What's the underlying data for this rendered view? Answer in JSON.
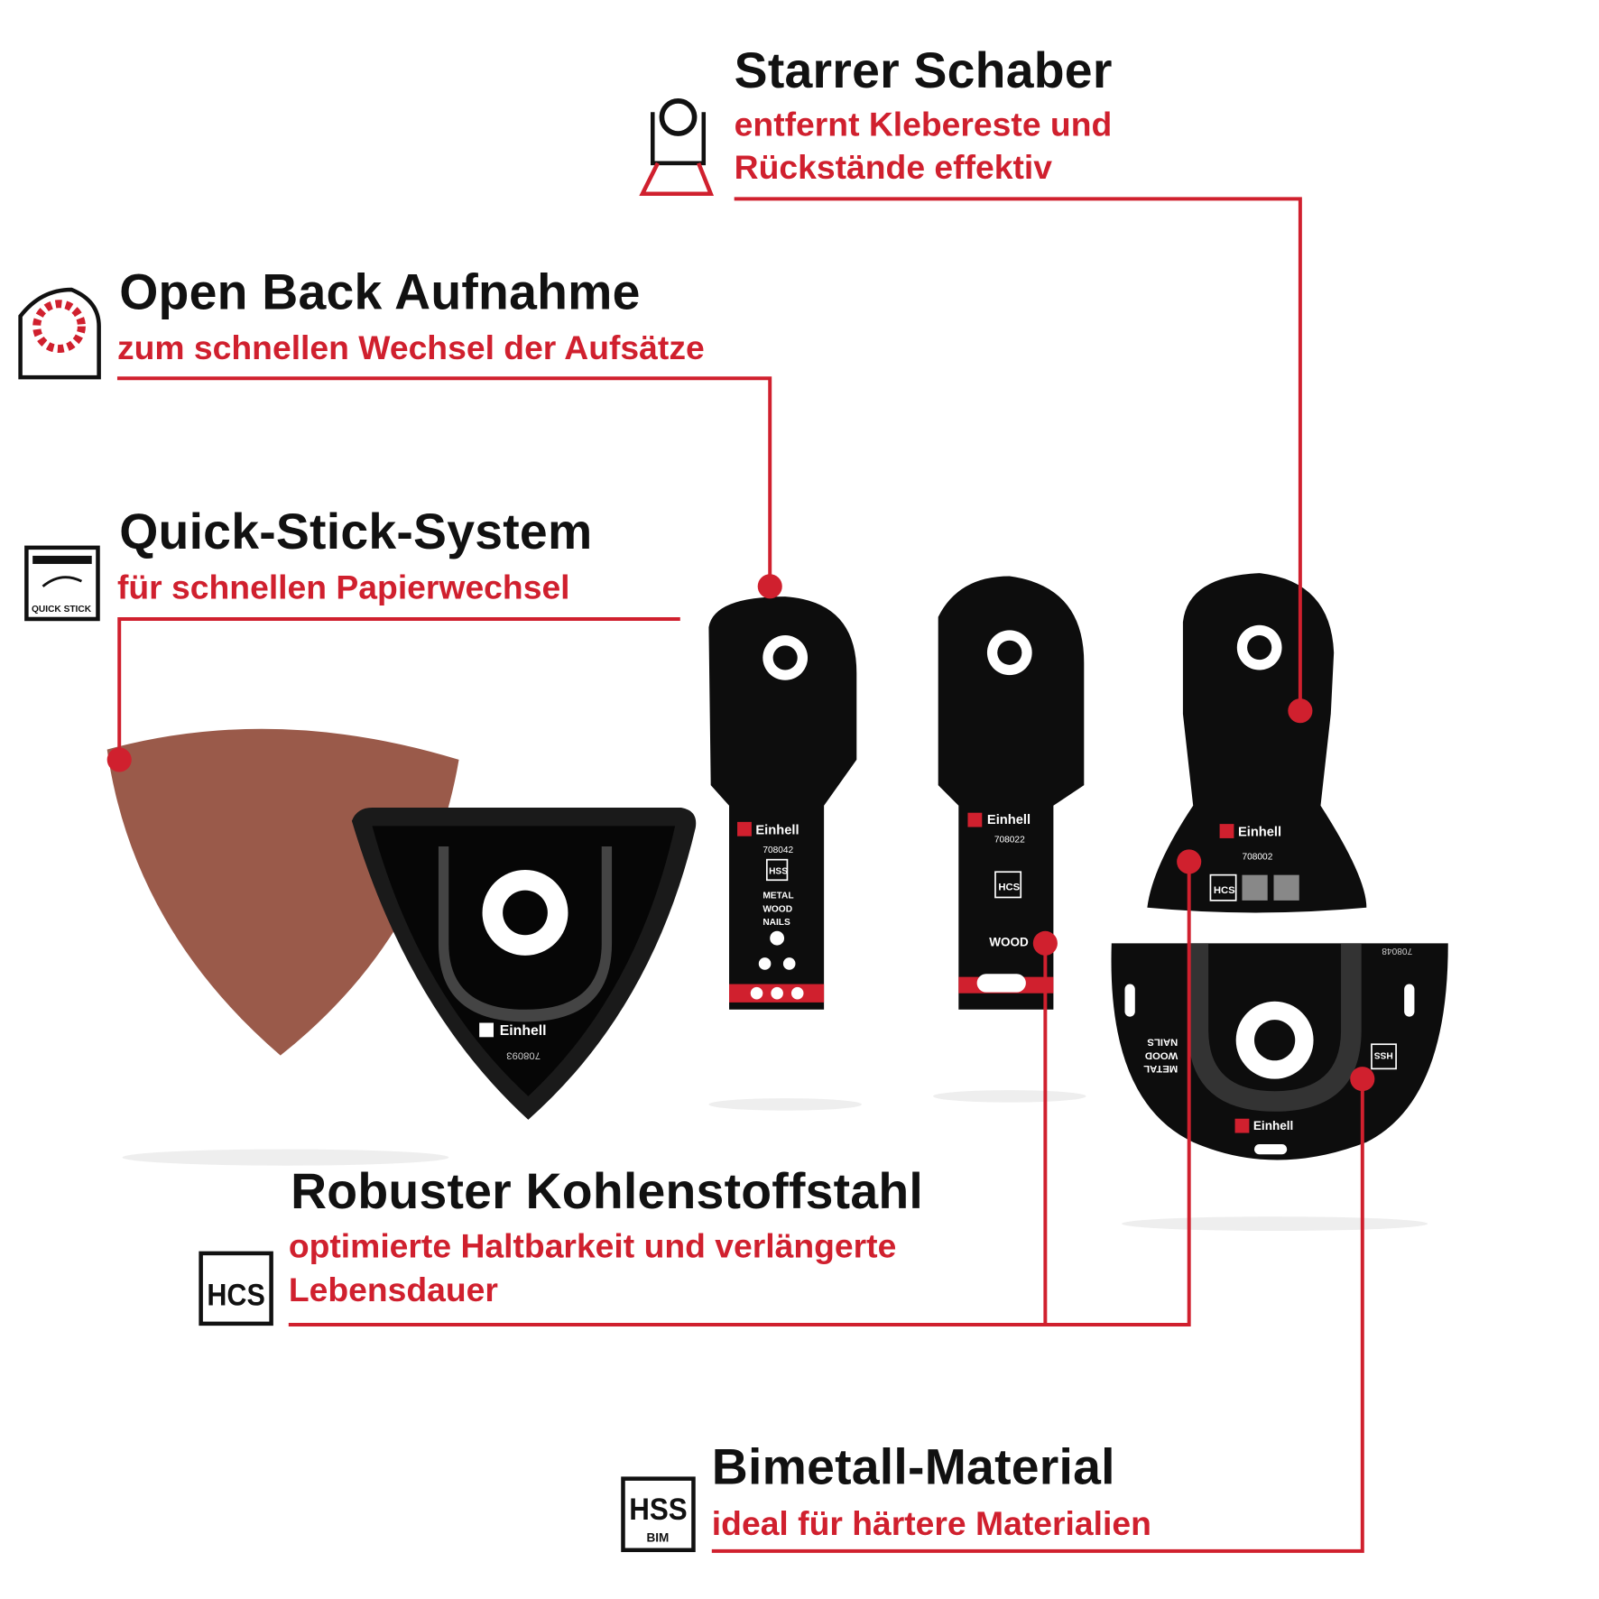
{
  "colors": {
    "accent": "#d0202e",
    "text": "#111111",
    "product": "#0d0d0d",
    "sandpaper": "#9a5a4a"
  },
  "callouts": {
    "scraper": {
      "icon": "scraper-icon",
      "title": "Starrer Schaber",
      "line1": "entfernt Klebereste und",
      "line2": "Rückstände effektiv"
    },
    "open_back": {
      "icon": "open-back-icon",
      "title": "Open Back Aufnahme",
      "line1": "zum schnellen Wechsel der Aufsätze"
    },
    "quick_stick": {
      "icon": "quick-stick-icon",
      "icon_label": "QUICK STICK",
      "title": "Quick-Stick-System",
      "line1": "für schnellen Papierwechsel"
    },
    "hcs": {
      "icon": "hcs-icon",
      "icon_label": "HCS",
      "title": "Robuster Kohlenstoffstahl",
      "line1": "optimierte Haltbarkeit und verlängerte",
      "line2": "Lebensdauer"
    },
    "hss": {
      "icon": "hss-bim-icon",
      "icon_label": "HSS",
      "icon_sublabel": "BIM",
      "title": "Bimetall-Material",
      "line1": "ideal für härtere Materialien"
    }
  },
  "products": {
    "brand": "Einhell",
    "pad": {
      "code": "708093"
    },
    "blade1": {
      "code": "708042",
      "badge": "HSS",
      "text": [
        "METAL",
        "WOOD",
        "NAILS"
      ]
    },
    "blade2": {
      "code": "708022",
      "badge": "HCS",
      "text": "WOOD"
    },
    "scraper": {
      "code": "708002",
      "badge": "HCS"
    },
    "segment": {
      "code": "708048",
      "badge": "HSS",
      "text": [
        "METAL",
        "WOOD",
        "NAILS"
      ]
    }
  }
}
